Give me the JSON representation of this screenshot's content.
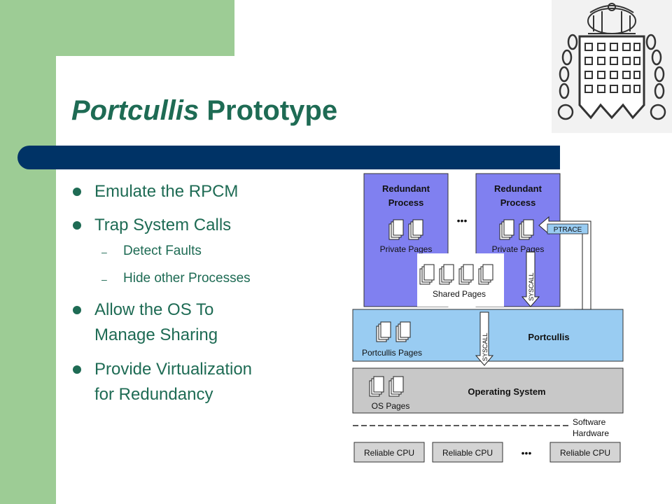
{
  "title": {
    "italic": "Portcullis",
    "rest": " Prototype"
  },
  "bullets": [
    {
      "text": "Emulate the RPCM"
    },
    {
      "text": "Trap System Calls",
      "sub": [
        "Detect Faults",
        "Hide other Processes"
      ]
    },
    {
      "text_lines": [
        "Allow the OS To",
        "Manage Sharing"
      ]
    },
    {
      "text_lines": [
        "Provide Virtualization",
        "for Redundancy"
      ]
    }
  ],
  "diagram": {
    "redundant_process": [
      "Redundant",
      "Process"
    ],
    "private_pages": "Private Pages",
    "shared_pages": "Shared Pages",
    "ptrace": "PTRACE",
    "syscall": "SYSCALL",
    "portcullis": "Portcullis",
    "portcullis_pages": "Portcullis Pages",
    "operating_system": "Operating System",
    "os_pages": "OS Pages",
    "software": "Software",
    "hardware": "Hardware",
    "reliable_cpu": "Reliable CPU",
    "ellipsis": "•••"
  },
  "colors": {
    "green": "#9dcc95",
    "title_green": "#1e6b54",
    "navy": "#003366",
    "process_blue": "#8080f0",
    "portcullis_blue": "#99ccf2",
    "os_gray": "#c8c8c8"
  }
}
